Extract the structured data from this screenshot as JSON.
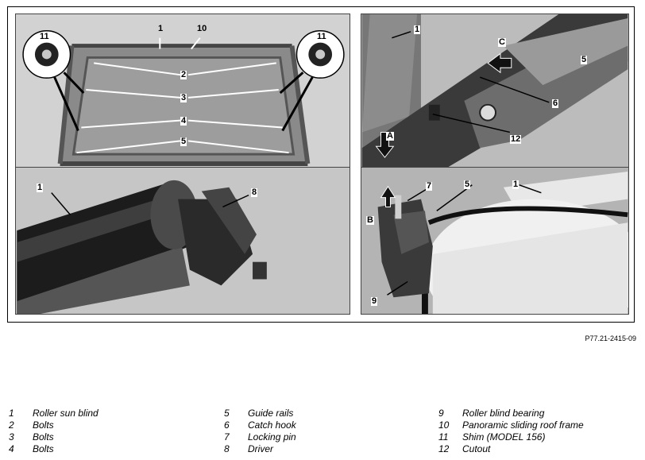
{
  "figure": {
    "reference": "P77.21-2415-09",
    "panels": {
      "top_left": {
        "callouts": [
          "1",
          "10",
          "11",
          "11",
          "2",
          "3",
          "4",
          "5"
        ]
      },
      "top_right": {
        "callouts": [
          "1",
          "C",
          "5",
          "6",
          "A",
          "12"
        ]
      },
      "bottom_left": {
        "callouts": [
          "1",
          "8"
        ]
      },
      "bottom_right": {
        "callouts": [
          "7",
          "5",
          "1",
          "B",
          "9"
        ]
      }
    }
  },
  "legend": {
    "columns": [
      [
        {
          "num": "1",
          "text": "Roller sun blind"
        },
        {
          "num": "2",
          "text": "Bolts"
        },
        {
          "num": "3",
          "text": "Bolts"
        },
        {
          "num": "4",
          "text": "Bolts"
        }
      ],
      [
        {
          "num": "5",
          "text": "Guide rails"
        },
        {
          "num": "6",
          "text": "Catch hook"
        },
        {
          "num": "7",
          "text": "Locking pin"
        },
        {
          "num": "8",
          "text": "Driver"
        }
      ],
      [
        {
          "num": "9",
          "text": "Roller blind bearing"
        },
        {
          "num": "10",
          "text": "Panoramic sliding roof frame"
        },
        {
          "num": "11",
          "text": "Shim (MODEL 156)"
        },
        {
          "num": "12",
          "text": "Cutout"
        }
      ]
    ]
  }
}
